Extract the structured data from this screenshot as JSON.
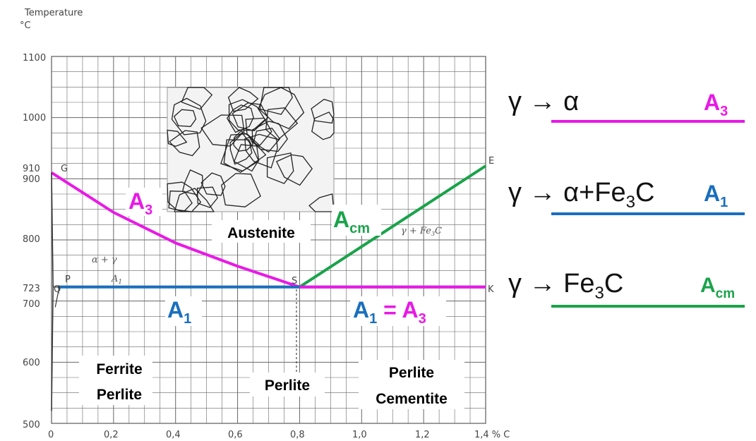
{
  "axis": {
    "y_title_line1": "Temperature",
    "y_title_line2": "°C",
    "y_ticks": [
      "1100",
      "1000",
      "910",
      "900",
      "800",
      "723",
      "700",
      "600",
      "500"
    ],
    "x_ticks": [
      "0",
      "0,2",
      "0,4",
      "0,6",
      "0,8",
      "1,0",
      "1,2",
      "1,4 % C"
    ]
  },
  "points": {
    "G": "G",
    "P": "P",
    "S": "S",
    "E": "E",
    "K": "K",
    "Q": "Q"
  },
  "regions": {
    "alpha_gamma": "α + γ",
    "a1_small": "A",
    "a1_small_sub": "1",
    "gamma_fe3c": "γ + Fe",
    "gamma_fe3c_sub": "3",
    "gamma_fe3c_end": "C",
    "austenite": "Austenite",
    "ferrite": "Ferrite",
    "ferrite_perlite": "Perlite",
    "perlite_center": "Perlite",
    "perlite_right": "Perlite",
    "cementite": "Cementite"
  },
  "line_labels": {
    "a3_main": "A",
    "a3_sub": "3",
    "acm_main": "A",
    "acm_sub": "cm",
    "a1_main": "A",
    "a1_sub": "1",
    "eq_a1_main": "A",
    "eq_a1_sub": "1",
    "eq_sign": " = ",
    "eq_a3_main": "A",
    "eq_a3_sub": "3"
  },
  "legend": {
    "row1": {
      "lhs": "γ → α",
      "label": "A",
      "label_sub": "3"
    },
    "row2": {
      "lhs": "γ → α+Fe",
      "lhs_sub": "3",
      "lhs_end": "C",
      "label": "A",
      "label_sub": "1"
    },
    "row3": {
      "lhs": "γ → Fe",
      "lhs_sub": "3",
      "lhs_end": "C",
      "label": "A",
      "label_sub": "cm"
    }
  },
  "micrograph": {
    "icon": "austenite-grain-micrograph"
  },
  "colors": {
    "A3": "#e919e6",
    "A1": "#1a6fbe",
    "Acm": "#1aa34a",
    "grid": "#666666"
  },
  "chart_data": {
    "type": "line",
    "x_unit": "% C",
    "y_unit": "°C",
    "xlim": [
      0,
      1.4
    ],
    "ylim": [
      500,
      1100
    ],
    "grid": true,
    "series": [
      {
        "name": "A3",
        "x": [
          0,
          0.2,
          0.4,
          0.6,
          0.8
        ],
        "y": [
          910,
          845,
          795,
          757,
          723
        ]
      },
      {
        "name": "Acm",
        "x": [
          0.8,
          1.4
        ],
        "y": [
          723,
          921
        ]
      },
      {
        "name": "A1",
        "x": [
          0.02,
          0.8,
          1.4
        ],
        "y": [
          723,
          723,
          723
        ]
      },
      {
        "name": "A1 = A3",
        "x": [
          0.8,
          1.4
        ],
        "y": [
          723,
          723
        ]
      }
    ]
  }
}
